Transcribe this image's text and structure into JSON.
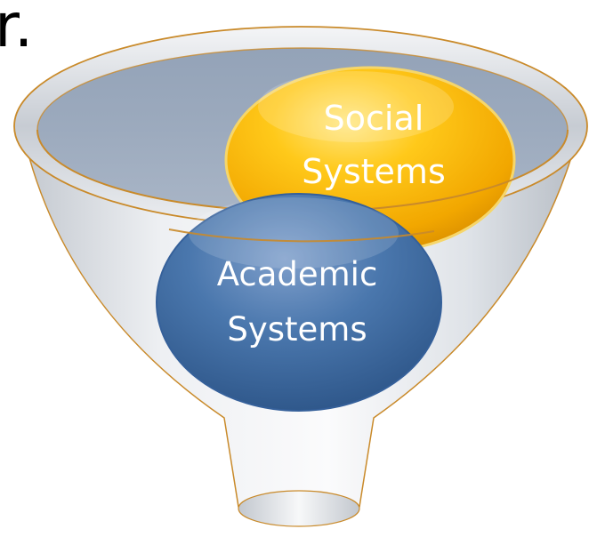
{
  "title_fragment": "r.",
  "funnel": {
    "top_circle": {
      "line1": "Social",
      "line2": "Systems",
      "color": "#f5b000"
    },
    "bottom_circle": {
      "line1": "Academic",
      "line2": "Systems",
      "color": "#3f6ea6"
    },
    "rim_color": "#c98a2a",
    "body_color": "#e3e6ea"
  }
}
